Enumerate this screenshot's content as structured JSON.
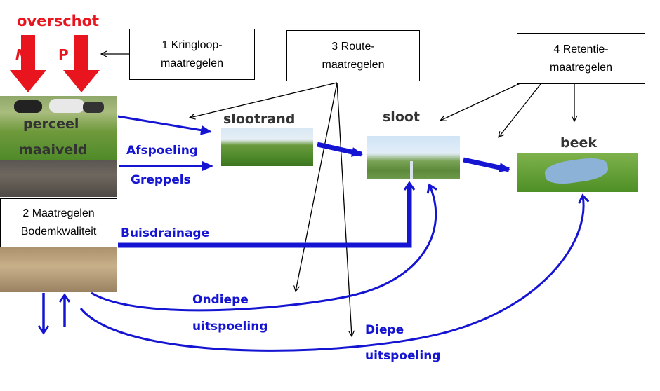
{
  "title": "overschot",
  "nutrients": {
    "n": "N",
    "p": "P"
  },
  "boxes": {
    "kringloop": {
      "line1": "1 Kringloop-",
      "line2": "maatregelen"
    },
    "route": {
      "line1": "3 Route-",
      "line2": "maatregelen"
    },
    "retentie": {
      "line1": "4 Retentie-",
      "line2": "maatregelen"
    },
    "bodem": {
      "line1": "2 Maatregelen",
      "line2": "Bodemkwaliteit"
    }
  },
  "places": {
    "perceel": "perceel",
    "maaiveld": "maaiveld",
    "slootrand": "slootrand",
    "sloot": "sloot",
    "beek": "beek"
  },
  "flows": {
    "afspoeling": "Afspoeling",
    "greppels": "Greppels",
    "buisdrainage": "Buisdrainage",
    "ondiepe_1": "Ondiepe",
    "ondiepe_2": "uitspoeling",
    "diepe_1": "Diepe",
    "diepe_2": "uitspoeling"
  },
  "colors": {
    "red": "#e8141e",
    "blue": "#1414d2",
    "dark_label": "#333333"
  }
}
